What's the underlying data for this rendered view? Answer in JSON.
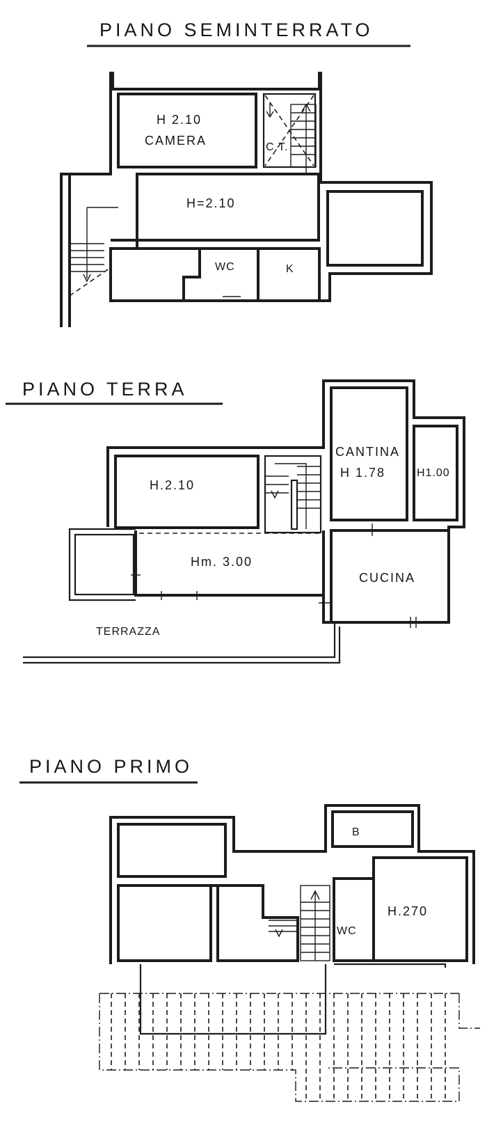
{
  "floors": {
    "basement": {
      "title": "PIANO SEMINTERRATO",
      "rooms": {
        "camera_height": "H 2.10",
        "camera_name": "CAMERA",
        "ct": "C.T.",
        "hall_height": "H=2.10",
        "wc": "WC",
        "k": "K"
      }
    },
    "ground": {
      "title": "PIANO TERRA",
      "rooms": {
        "room_height": "H.2.10",
        "hall_height": "Hm. 3.00",
        "cantina_name": "CANTINA",
        "cantina_height": "H 1.78",
        "small_height": "H1.00",
        "cucina": "CUCINA",
        "terrazza": "TERRAZZA"
      }
    },
    "first": {
      "title": "PIANO PRIMO",
      "rooms": {
        "b": "B",
        "wc": "WC",
        "room_height": "H.270"
      }
    }
  }
}
